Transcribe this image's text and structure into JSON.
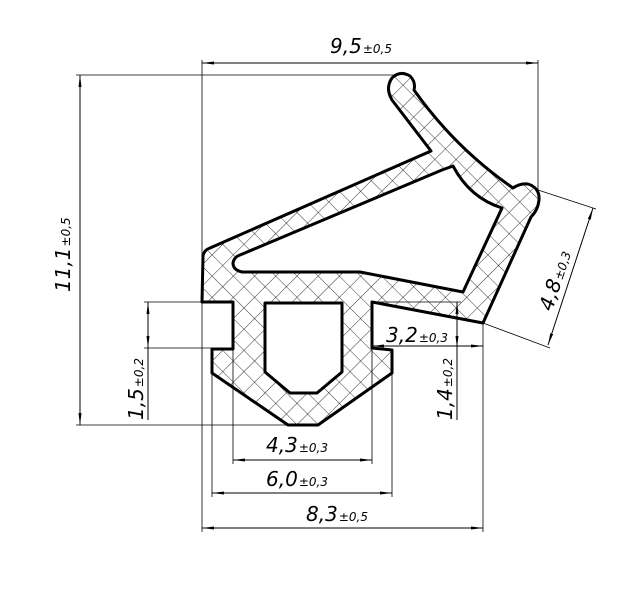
{
  "drawing": {
    "colors": {
      "line": "#000000",
      "background": "#ffffff"
    },
    "hatch": "crosshatch",
    "dimensions": {
      "overall_width": {
        "value": "9,5",
        "tolerance": "±0,5"
      },
      "overall_height": {
        "value": "11,1",
        "tolerance": "±0,5"
      },
      "lip_width": {
        "value": "4,8",
        "tolerance": "±0,3"
      },
      "slot_depth_left": {
        "value": "1,5",
        "tolerance": "±0,2"
      },
      "slot_depth_right": {
        "value": "1,4",
        "tolerance": "±0,2"
      },
      "slot_width_right": {
        "value": "3,2",
        "tolerance": "±0,3"
      },
      "base_inner_width": {
        "value": "4,3",
        "tolerance": "±0,3"
      },
      "base_width": {
        "value": "6,0",
        "tolerance": "±0,3"
      },
      "bottom_width": {
        "value": "8,3",
        "tolerance": "±0,5"
      }
    }
  }
}
